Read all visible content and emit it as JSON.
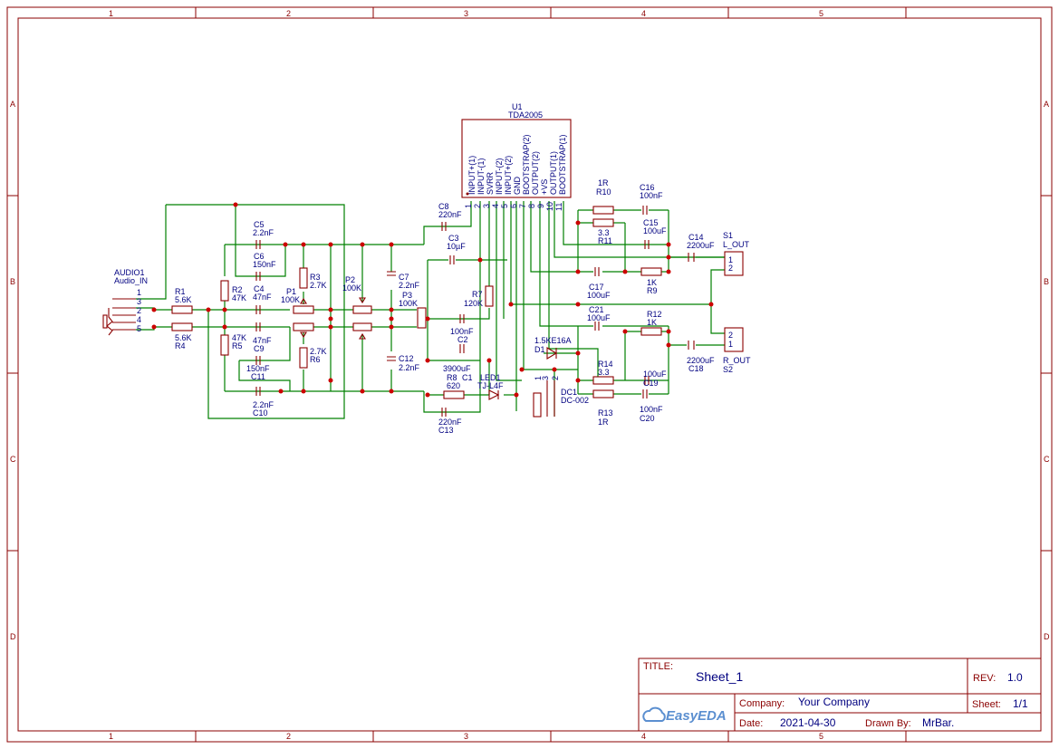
{
  "frame": {
    "cols": [
      "1",
      "2",
      "3",
      "4",
      "5"
    ],
    "rows": [
      "A",
      "B",
      "C",
      "D"
    ]
  },
  "title_block": {
    "title_label": "TITLE:",
    "title": "Sheet_1",
    "rev_label": "REV:",
    "rev": "1.0",
    "company_label": "Company:",
    "company": "Your Company",
    "sheet_label": "Sheet:",
    "sheet": "1/1",
    "date_label": "Date:",
    "date": "2021-04-30",
    "drawn_label": "Drawn By:",
    "drawn": "MrBar.",
    "logo": "EasyEDA"
  },
  "ic": {
    "ref": "U1",
    "value": "TDA2005",
    "pins": [
      {
        "num": "1",
        "name": "INPUT+(1)"
      },
      {
        "num": "2",
        "name": "INPUT-(1)"
      },
      {
        "num": "3",
        "name": "SVRR"
      },
      {
        "num": "4",
        "name": "INPUT-(2)"
      },
      {
        "num": "5",
        "name": "INPUT+(2)"
      },
      {
        "num": "6",
        "name": "GND"
      },
      {
        "num": "7",
        "name": "BOOTSTRAP(2)"
      },
      {
        "num": "8",
        "name": "OUTPUT(2)"
      },
      {
        "num": "9",
        "name": "+VS"
      },
      {
        "num": "10",
        "name": "OUTPUT(1)"
      },
      {
        "num": "11",
        "name": "BOOTSTRAP(1)"
      }
    ]
  },
  "connector_audio": {
    "ref": "AUDIO1",
    "value": "Audio_IN",
    "pins": [
      "1",
      "3",
      "2",
      "4",
      "5"
    ]
  },
  "connector_left": {
    "ref": "S1",
    "value": "L_OUT",
    "pins": [
      "1",
      "2"
    ]
  },
  "connector_right": {
    "ref": "S2",
    "value": "R_OUT",
    "pins": [
      "2",
      "1"
    ]
  },
  "dc_jack": {
    "ref": "DC1",
    "value": "DC-002",
    "pins": [
      "1",
      "3",
      "2"
    ]
  },
  "components": {
    "R1": {
      "ref": "R1",
      "value": "5.6K"
    },
    "R4": {
      "ref": "R4",
      "value": "5.6K"
    },
    "R2": {
      "ref": "R2",
      "value": "47K"
    },
    "R5": {
      "ref": "R5",
      "value": "47K"
    },
    "R3": {
      "ref": "R3",
      "value": "2.7K"
    },
    "R6": {
      "ref": "R6",
      "value": "2.7K"
    },
    "R7": {
      "ref": "R7",
      "value": "120K"
    },
    "R8": {
      "ref": "R8",
      "value": "620"
    },
    "R9": {
      "ref": "R9",
      "value": "1K"
    },
    "R10": {
      "ref": "R10",
      "value": "1R"
    },
    "R11": {
      "ref": "R11",
      "value": "3.3"
    },
    "R12": {
      "ref": "R12",
      "value": "1K"
    },
    "R13": {
      "ref": "R13",
      "value": "1R"
    },
    "R14": {
      "ref": "R14",
      "value": "3.3"
    },
    "P1": {
      "ref": "P1",
      "value": "100K"
    },
    "P2": {
      "ref": "P2",
      "value": "100K"
    },
    "P3": {
      "ref": "P3",
      "value": "100K"
    },
    "C1": {
      "ref": "C1",
      "value": ""
    },
    "C2": {
      "ref": "C2",
      "value": "3900uF"
    },
    "C3": {
      "ref": "C3",
      "value": "10µF"
    },
    "C4": {
      "ref": "C4",
      "value": "47nF"
    },
    "C5": {
      "ref": "C5",
      "value": "2.2nF"
    },
    "C6": {
      "ref": "C6",
      "value": "150nF"
    },
    "C7": {
      "ref": "C7",
      "value": "2.2nF"
    },
    "C8": {
      "ref": "C8",
      "value": "220nF"
    },
    "C9": {
      "ref": "C9",
      "value": "47nF"
    },
    "C10": {
      "ref": "C10",
      "value": "2.2nF"
    },
    "C11": {
      "ref": "C11",
      "value": "150nF"
    },
    "C12": {
      "ref": "C12",
      "value": "2.2nF"
    },
    "C13": {
      "ref": "C13",
      "value": "220nF"
    },
    "C14": {
      "ref": "C14",
      "value": "2200uF"
    },
    "C15": {
      "ref": "C15",
      "value": "100uF"
    },
    "C16": {
      "ref": "C16",
      "value": "100nF"
    },
    "C17": {
      "ref": "C17",
      "value": "100uF"
    },
    "C18": {
      "ref": "C18",
      "value": "2200uF"
    },
    "C19": {
      "ref": "C19",
      "value": "100uF"
    },
    "C20": {
      "ref": "C20",
      "value": "100nF"
    },
    "C21": {
      "ref": "C21",
      "value": "100uF"
    },
    "CX": {
      "ref": "",
      "value": "100nF"
    },
    "D1": {
      "ref": "D1",
      "value": "1.5KE16A"
    },
    "LED1": {
      "ref": "LED1",
      "value": "TJ-L4F"
    }
  }
}
